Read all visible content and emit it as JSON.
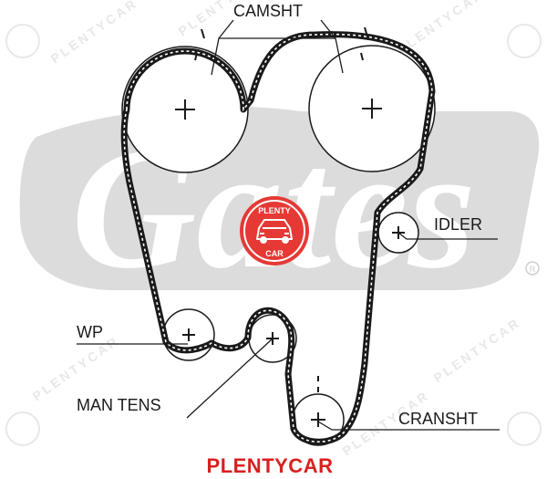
{
  "diagram": {
    "labels": {
      "camshaft": "CAMSHT",
      "idler": "IDLER",
      "water_pump": "WP",
      "manual_tensioner": "MAN TENS",
      "crankshaft": "CRANSHT"
    },
    "brand_caption": "PLENTYCAR",
    "badge": {
      "top": "PLENTY",
      "bottom": "CAR",
      "color": "#e53935"
    },
    "watermark": {
      "logo": "Gates",
      "repeat_text": "PLENTYCAR"
    },
    "colors": {
      "belt": "#1a1a1a",
      "logo_watermark": "#d6d6d6",
      "brand": "#d92020"
    }
  }
}
